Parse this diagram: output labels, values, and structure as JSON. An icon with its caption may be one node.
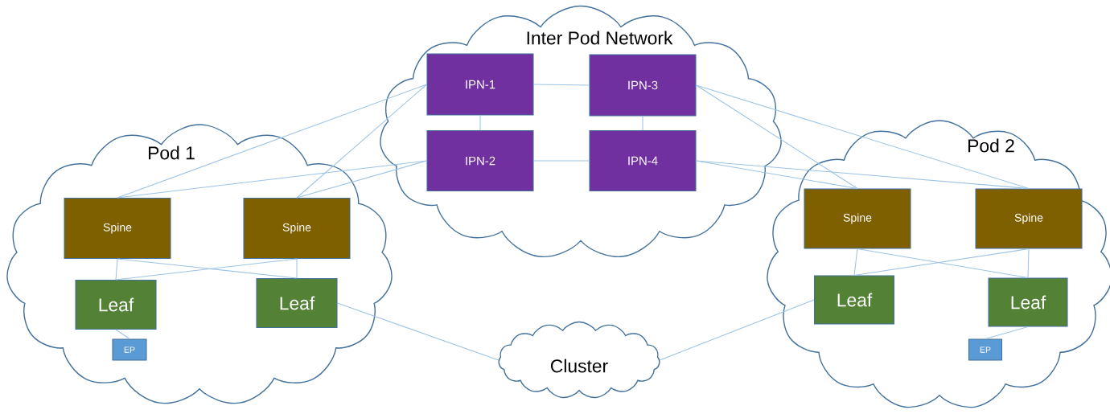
{
  "diagram": {
    "nodes": [
      {
        "text": [
          "Inter Pod Network"
        ]
      },
      {
        "text": [
          "IPN-1"
        ],
        "in": 0
      },
      {
        "text": [
          "IPN-3"
        ],
        "in": 0
      },
      {
        "text": [
          "IPN-2"
        ],
        "in": 0
      },
      {
        "text": [
          "IPN-4"
        ],
        "in": 0
      },
      {
        "text": [
          "Pod 1"
        ]
      },
      {
        "text": [
          "Spine"
        ],
        "in": 5
      },
      {
        "text": [
          "Spine"
        ],
        "in": 5
      },
      {
        "text": [
          "Leaf"
        ],
        "in": 5
      },
      {
        "text": [
          "Leaf"
        ],
        "in": 5
      },
      {
        "text": [
          "EP"
        ],
        "in": 5
      },
      {
        "text": [
          "Pod 2"
        ]
      },
      {
        "text": [
          "Spine"
        ],
        "in": 11
      },
      {
        "text": [
          "Spine"
        ],
        "in": 11
      },
      {
        "text": [
          "Leaf"
        ],
        "in": 11
      },
      {
        "text": [
          "Leaf"
        ],
        "in": 11
      },
      {
        "text": [
          "EP"
        ],
        "in": 11
      },
      {
        "text": [
          "Cluster"
        ]
      }
    ],
    "edges": [
      {
        "from": 1,
        "to": 2,
        "arrow": "none"
      },
      {
        "from": 1,
        "to": 3,
        "arrow": "none"
      },
      {
        "from": 2,
        "to": 4,
        "arrow": "none"
      },
      {
        "from": 3,
        "to": 4,
        "arrow": "none"
      },
      {
        "from": 6,
        "to": 1,
        "arrow": "none"
      },
      {
        "from": 6,
        "to": 3,
        "arrow": "none"
      },
      {
        "from": 7,
        "to": 1,
        "arrow": "none"
      },
      {
        "from": 7,
        "to": 3,
        "arrow": "none"
      },
      {
        "from": 2,
        "to": 12,
        "arrow": "none"
      },
      {
        "from": 2,
        "to": 13,
        "arrow": "none"
      },
      {
        "from": 4,
        "to": 12,
        "arrow": "none"
      },
      {
        "from": 4,
        "to": 13,
        "arrow": "none"
      },
      {
        "from": 6,
        "to": 8,
        "arrow": "none"
      },
      {
        "from": 6,
        "to": 9,
        "arrow": "none"
      },
      {
        "from": 7,
        "to": 8,
        "arrow": "none"
      },
      {
        "from": 7,
        "to": 9,
        "arrow": "none"
      },
      {
        "from": 8,
        "to": 10,
        "arrow": "none"
      },
      {
        "from": 12,
        "to": 14,
        "arrow": "none"
      },
      {
        "from": 12,
        "to": 15,
        "arrow": "none"
      },
      {
        "from": 13,
        "to": 14,
        "arrow": "none"
      },
      {
        "from": 13,
        "to": 15,
        "arrow": "none"
      },
      {
        "from": 15,
        "to": 16,
        "arrow": "none"
      },
      {
        "from": 9,
        "to": 17,
        "arrow": "none"
      },
      {
        "from": 14,
        "to": 17,
        "arrow": "none"
      }
    ]
  }
}
